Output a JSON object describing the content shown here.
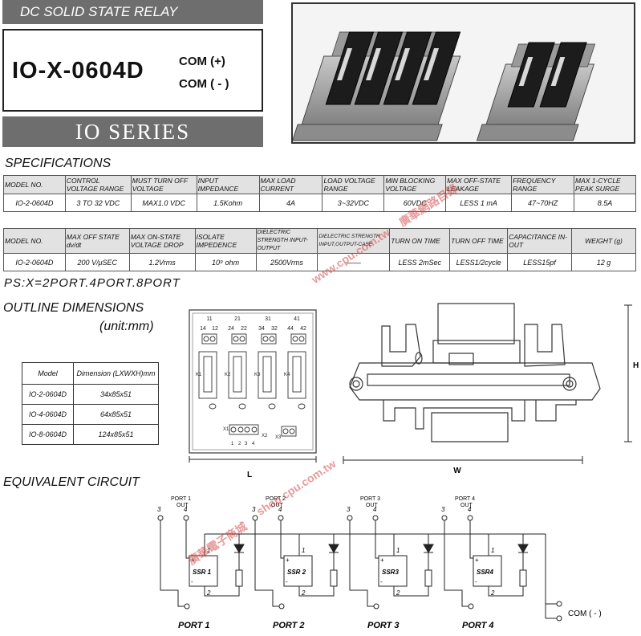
{
  "header": {
    "banner": "DC SOLID STATE RELAY",
    "model": "IO-X-0604D",
    "com_plus": "COM (+)",
    "com_minus": "COM ( - )",
    "series": "IO SERIES"
  },
  "specifications": {
    "heading": "SPECIFICATIONS",
    "table1": {
      "headers": [
        "MODEL NO.",
        "CONTROL VOLTAGE RANGE",
        "MUST TURN OFF VOLTAGE",
        "INPUT IMPEDANCE",
        "MAX LOAD CURRENT",
        "LOAD VOLTAGE RANGE",
        "MIN BLOCKING VOLTAGE",
        "MAX OFF-STATE LEAKAGE",
        "FREQUENCY RANGE",
        "MAX 1-CYCLE PEAK SURGE"
      ],
      "row": [
        "IO-2-0604D",
        "3 TO 32 VDC",
        "MAX1.0 VDC",
        "1.5Kohm",
        "4A",
        "3~32VDC",
        "60VDC",
        "LESS 1 mA",
        "47~70HZ",
        "8.5A"
      ]
    },
    "table2": {
      "headers": [
        "MODEL NO.",
        "MAX OFF STATE dv/dt",
        "MAX ON-STATE VOLTAGE DROP",
        "ISOLATE IMPEDENCE",
        "DIELECTRIC STRENGTH INPUT-OUTPUT",
        "DIELECTRIC STRENGTH INPUT,OUTPUT-CASE",
        "TURN ON TIME",
        "TURN OFF TIME",
        "CAPACITANCE IN-OUT",
        "WEIGHT (g)"
      ],
      "row": [
        "IO-2-0604D",
        "200 V/μSEC",
        "1.2Vrms",
        "10⁹ ohm",
        "2500Vrms",
        "——",
        "LESS 2mSec",
        "LESS1/2cycle",
        "LESS15pf",
        "12 g"
      ]
    },
    "ps_note": "PS:X=2PORT.4PORT.8PORT"
  },
  "outline": {
    "heading": "OUTLINE DIMENSIONS",
    "unit": "(unit:mm)",
    "table": {
      "headers": [
        "Model",
        "Dimension (LXWXH)mm"
      ],
      "rows": [
        [
          "IO-2-0604D",
          "34x85x51"
        ],
        [
          "IO-4-0604D",
          "64x85x51"
        ],
        [
          "IO-8-0604D",
          "124x85x51"
        ]
      ]
    },
    "label_l": "L",
    "label_w": "W",
    "label_h": "H",
    "terminal_numbers": [
      "11",
      "21",
      "31",
      "41",
      "14",
      "12",
      "24",
      "22",
      "34",
      "32",
      "44",
      "42"
    ],
    "relay_labels": [
      "K1",
      "K2",
      "K3",
      "K4"
    ],
    "connector_labels": [
      "X1",
      "X2",
      "X3"
    ],
    "input_pins": [
      "1",
      "2",
      "3",
      "4"
    ]
  },
  "circuit": {
    "heading": "EQUIVALENT  CIRCUIT",
    "ports": [
      {
        "top": "PORT 1",
        "sub": "OUT",
        "pin_a": "3",
        "pin_b": "4",
        "ssr": "SSR 1",
        "bottom": "PORT  1"
      },
      {
        "top": "PORT 2",
        "sub": "OUT",
        "pin_a": "3",
        "pin_b": "4",
        "ssr": "SSR 2",
        "bottom": "PORT 2"
      },
      {
        "top": "PORT 3",
        "sub": "OUT",
        "pin_a": "3",
        "pin_b": "4",
        "ssr": "SSR3",
        "bottom": "PORT 3"
      },
      {
        "top": "PORT 4",
        "sub": "OUT",
        "pin_a": "3",
        "pin_b": "4",
        "ssr": "SSR4",
        "bottom": "PORT 4"
      }
    ],
    "ssr_pin_top": "1",
    "ssr_pin_bottom": "2",
    "plus": "+",
    "minus": "-",
    "com": "COM ( - )"
  },
  "watermarks": [
    "www.cpu.com.tw",
    "廣華網路目錄",
    "shop.cpu.com.tw",
    "廣華電子商城"
  ],
  "colors": {
    "banner_gray": "#6e6e6e",
    "table_header": "#e2e2e2",
    "watermark": "#d44a4a"
  }
}
